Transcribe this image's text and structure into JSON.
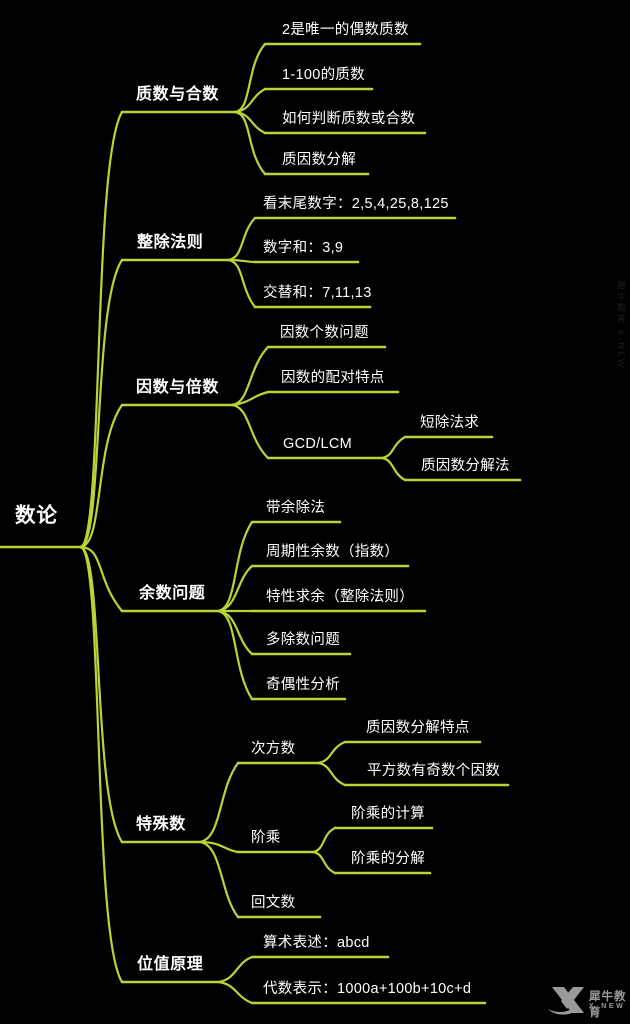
{
  "colors": {
    "background": "#000000",
    "line": "#b9d434",
    "text": "#ffffff",
    "watermark": "#9a9a9a"
  },
  "root": {
    "label": "数论"
  },
  "branches": [
    {
      "label": "质数与合数",
      "children": [
        {
          "label": "2是唯一的偶数质数"
        },
        {
          "label": "1-100的质数"
        },
        {
          "label": "如何判断质数或合数"
        },
        {
          "label": "质因数分解"
        }
      ]
    },
    {
      "label": "整除法则",
      "children": [
        {
          "label": "看末尾数字：2,5,4,25,8,125"
        },
        {
          "label": "数字和：3,9"
        },
        {
          "label": "交替和：7,11,13"
        }
      ]
    },
    {
      "label": "因数与倍数",
      "children": [
        {
          "label": "因数个数问题"
        },
        {
          "label": "因数的配对特点"
        },
        {
          "label": "GCD/LCM",
          "children": [
            {
              "label": "短除法求"
            },
            {
              "label": "质因数分解法"
            }
          ]
        }
      ]
    },
    {
      "label": "余数问题",
      "children": [
        {
          "label": "带余除法"
        },
        {
          "label": "周期性余数（指数）"
        },
        {
          "label": "特性求余（整除法则）"
        },
        {
          "label": "多除数问题"
        },
        {
          "label": "奇偶性分析"
        }
      ]
    },
    {
      "label": "特殊数",
      "children": [
        {
          "label": "次方数",
          "children": [
            {
              "label": "质因数分解特点"
            },
            {
              "label": "平方数有奇数个因数"
            }
          ]
        },
        {
          "label": "阶乘",
          "children": [
            {
              "label": "阶乘的计算"
            },
            {
              "label": "阶乘的分解"
            }
          ]
        },
        {
          "label": "回文数"
        }
      ]
    },
    {
      "label": "位值原理",
      "children": [
        {
          "label": "算术表述：abcd"
        },
        {
          "label": "代数表示：1000a+100b+10c+d"
        }
      ]
    }
  ],
  "watermark": {
    "brand": "犀牛教育",
    "sub": "X-NEW",
    "side_text": "犀牛教育 X-NEW"
  }
}
